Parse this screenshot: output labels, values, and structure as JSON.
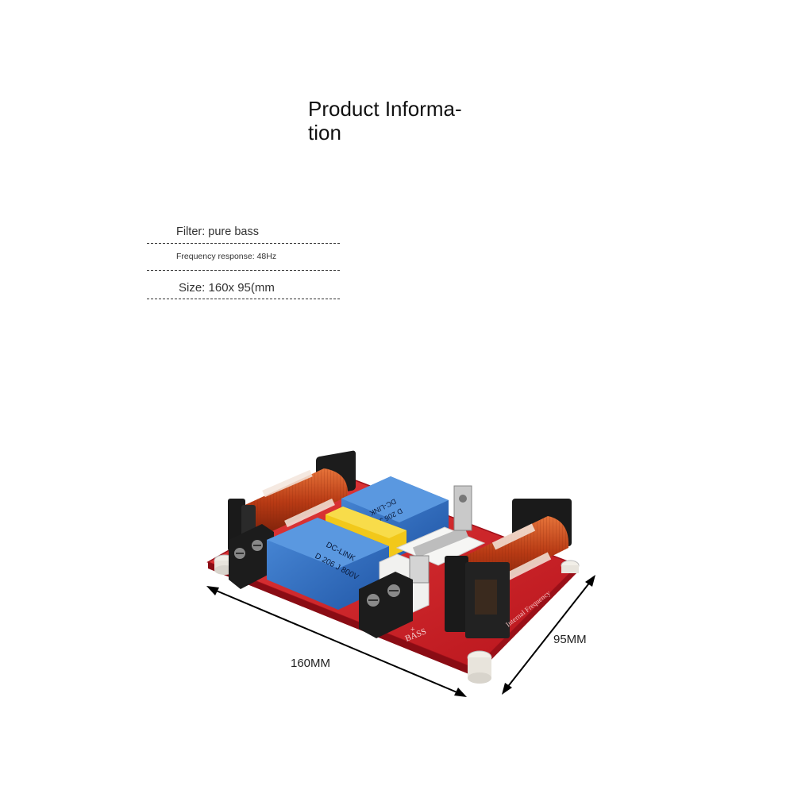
{
  "title": "Product Informa-\ntion",
  "specs": [
    {
      "text": "Filter: pure bass"
    },
    {
      "text": "Frequency response: 48Hz"
    },
    {
      "text": "Size: 160x 95(mm"
    }
  ],
  "dimensions": {
    "length": "160MM",
    "width": "95MM"
  },
  "board": {
    "capacitor_label_line1": "DC-LINK",
    "capacitor_label_line2": "D 206 J 800V",
    "terminal_label": "BASS",
    "plus_sign": "+",
    "pcb_text": "Internal Frequency"
  },
  "colors": {
    "pcb": "#d8202a",
    "capacitor": "#2e6fc0",
    "copper": "#c8451c",
    "terminal": "#1c1c1c"
  }
}
